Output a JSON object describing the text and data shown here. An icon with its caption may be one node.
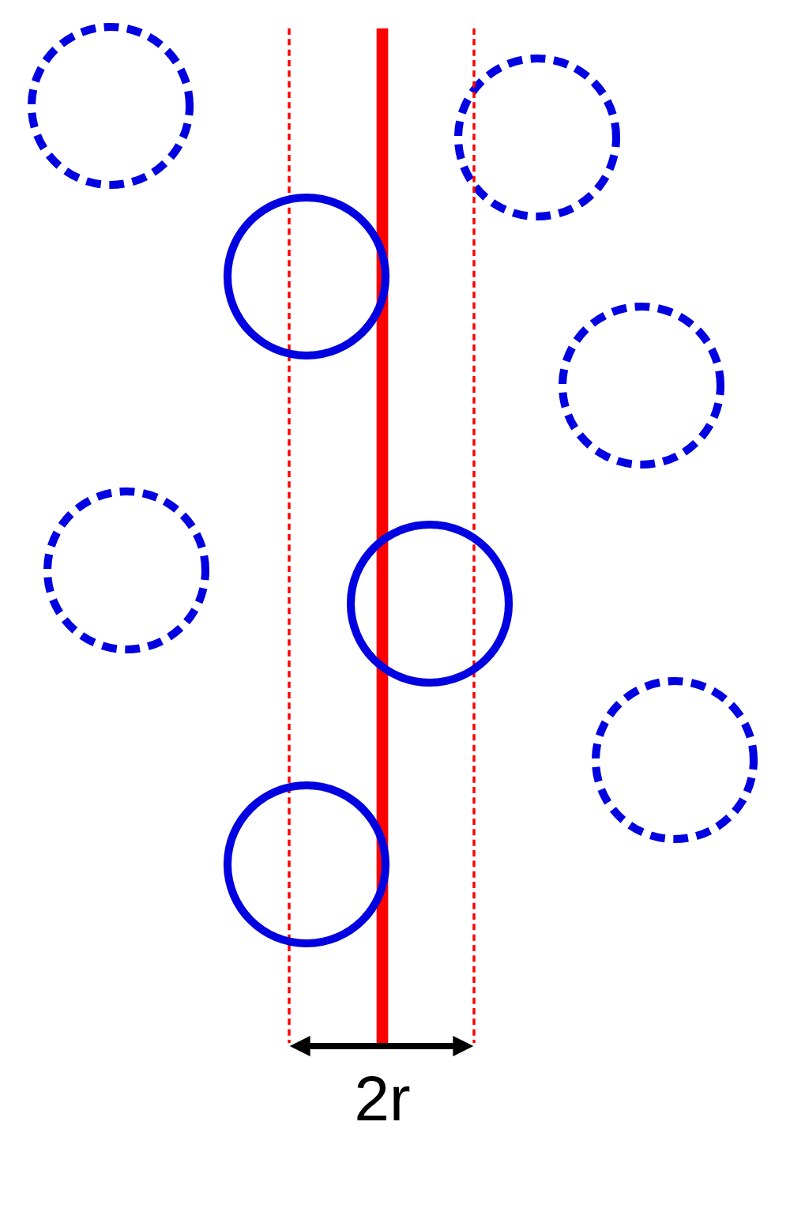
{
  "diagram": {
    "nodes": [
      {
        "text": [],
        "shape": "circle"
      },
      {
        "text": [],
        "shape": "circle"
      },
      {
        "text": [],
        "shape": "circle"
      },
      {
        "text": [],
        "shape": "circle"
      },
      {
        "text": [],
        "shape": "circle"
      },
      {
        "text": [],
        "shape": "circle"
      },
      {
        "text": [],
        "shape": "circle"
      },
      {
        "text": [],
        "shape": "circle"
      }
    ],
    "labels": [
      "2r"
    ]
  }
}
